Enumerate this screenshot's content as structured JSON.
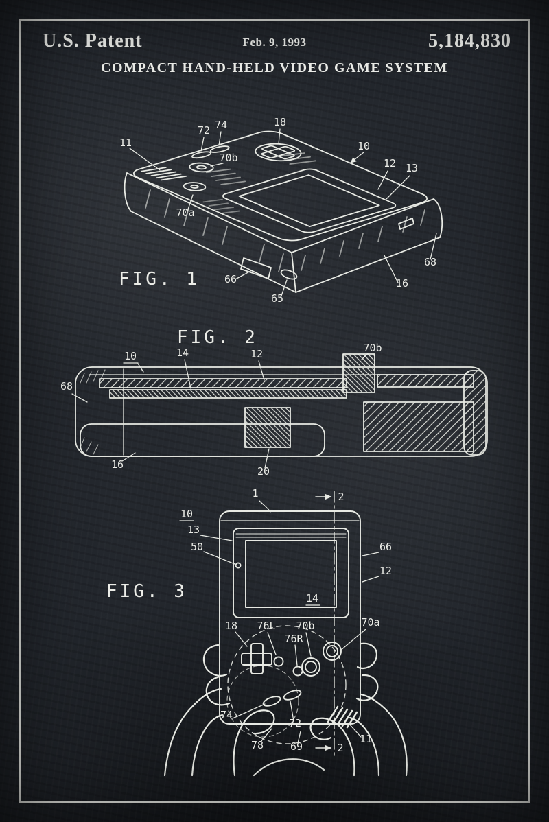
{
  "header": {
    "left": "U.S. Patent",
    "center_date": "Feb. 9, 1993",
    "right_number": "5,184,830"
  },
  "title": "COMPACT HAND-HELD VIDEO GAME SYSTEM",
  "fig1": {
    "caption": "FIG. 1",
    "labels": {
      "n11": "11",
      "n72": "72",
      "n74": "74",
      "n18": "18",
      "n10": "10",
      "n70b": "70b",
      "n12": "12",
      "n13": "13",
      "n70a": "70a",
      "n68": "68",
      "n66": "66",
      "n16": "16",
      "n65": "65"
    }
  },
  "fig2": {
    "caption": "FIG. 2",
    "labels": {
      "n70b": "70b",
      "n10": "10",
      "n14": "14",
      "n12": "12",
      "n68": "68",
      "n16": "16",
      "n20": "20"
    }
  },
  "fig3": {
    "caption": "FIG. 3",
    "labels": {
      "n1": "1",
      "n2_top": "2",
      "n10": "10",
      "n13": "13",
      "n50": "50",
      "n66": "66",
      "n12": "12",
      "n14": "14",
      "n18": "18",
      "n76L": "76L",
      "n76R": "76R",
      "n70b": "70b",
      "n70a": "70a",
      "n74": "74",
      "n72": "72",
      "n78": "78",
      "n69": "69",
      "n2_bottom": "2",
      "n11": "11"
    }
  },
  "colors": {
    "background": "#22262c",
    "ink": "#e8eae4",
    "frame": "#e6e7e2"
  }
}
